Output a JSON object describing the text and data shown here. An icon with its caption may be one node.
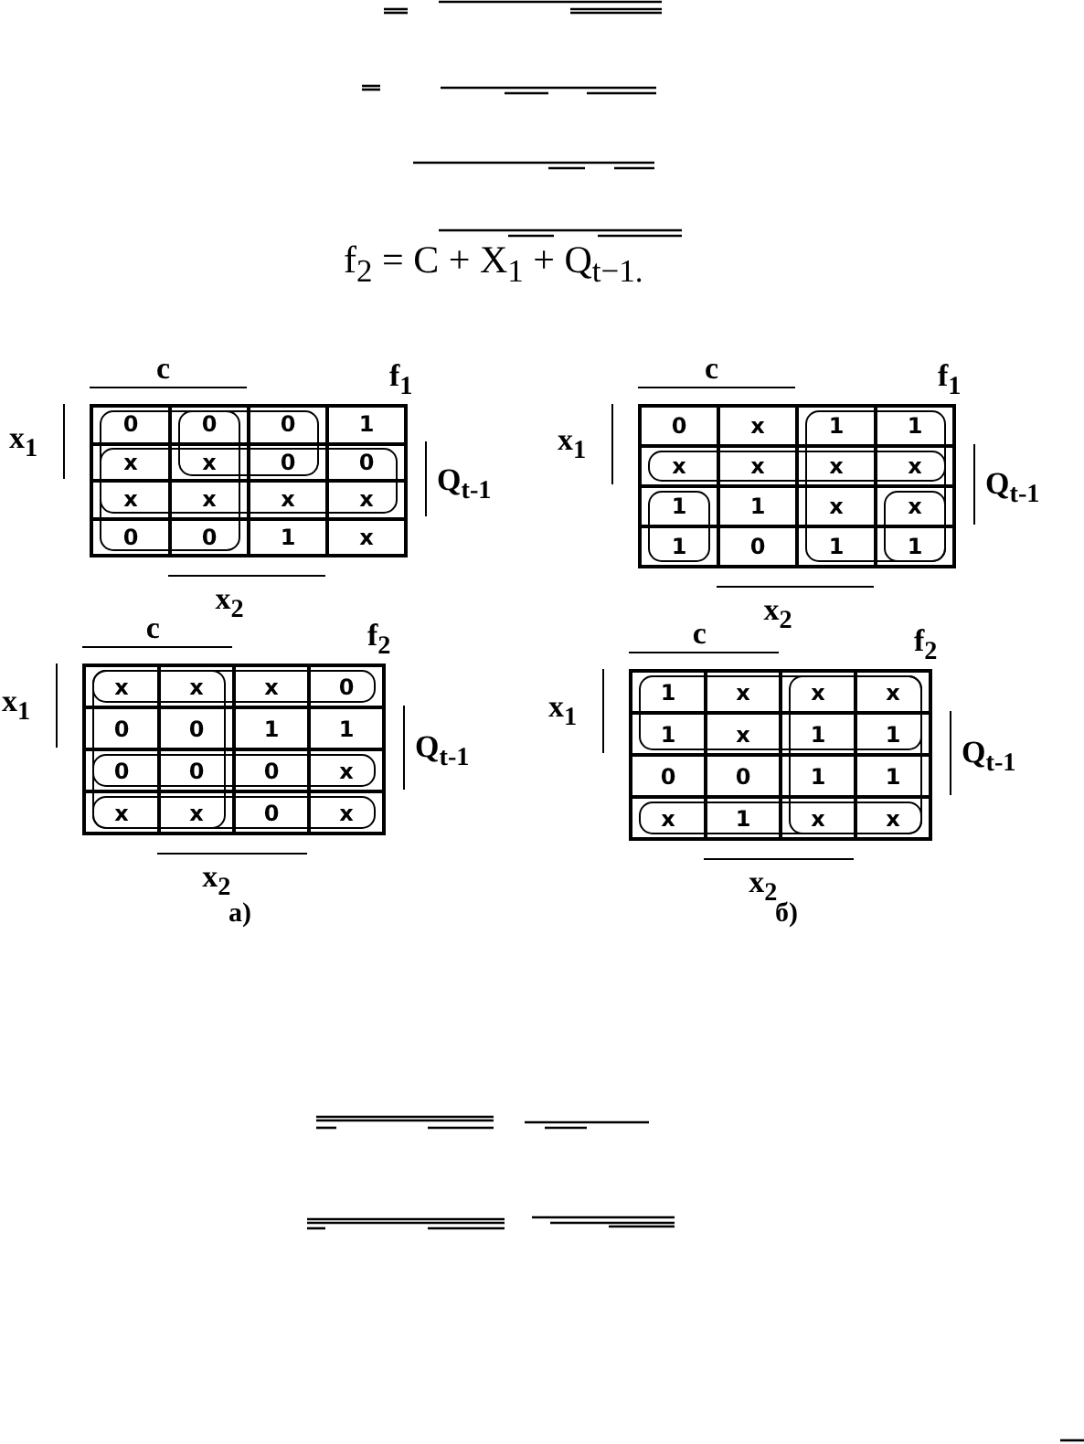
{
  "diagram": {
    "labels": [
      "f$_{2}$ = C + X$_{1}$ + Q$_{t−1.}$",
      "c",
      "f$_{1}$",
      "x$_{1}$",
      "0",
      "0",
      "0",
      "1",
      "x",
      "x",
      "0",
      "0",
      "x",
      "x",
      "x",
      "x",
      "0",
      "0",
      "1",
      "x",
      "Q$_{t-1}$",
      "x$_{2}$",
      "c",
      "f$_{1}$",
      "x$_{1}$",
      "0",
      "x",
      "1",
      "1",
      "x",
      "x",
      "x",
      "x",
      "1",
      "1",
      "x",
      "x",
      "1",
      "0",
      "1",
      "1",
      "Q$_{t-1}$",
      "x$_{2}$",
      "c",
      "f$_{2}$",
      "x$_{1}$",
      "x",
      "x",
      "x",
      "0",
      "0",
      "0",
      "1",
      "1",
      "0",
      "0",
      "0",
      "x",
      "x",
      "x",
      "0",
      "x",
      "Q$_{t-1}$",
      "x$_{2}$",
      "c",
      "f$_{2}$",
      "x$_{1}$",
      "1",
      "x",
      "x",
      "x",
      "1",
      "x",
      "1",
      "1",
      "0",
      "0",
      "1",
      "1",
      "x",
      "1",
      "x",
      "x",
      "Q$_{t-1}$",
      "x$_{2}$",
      "а)",
      "б)"
    ]
  }
}
